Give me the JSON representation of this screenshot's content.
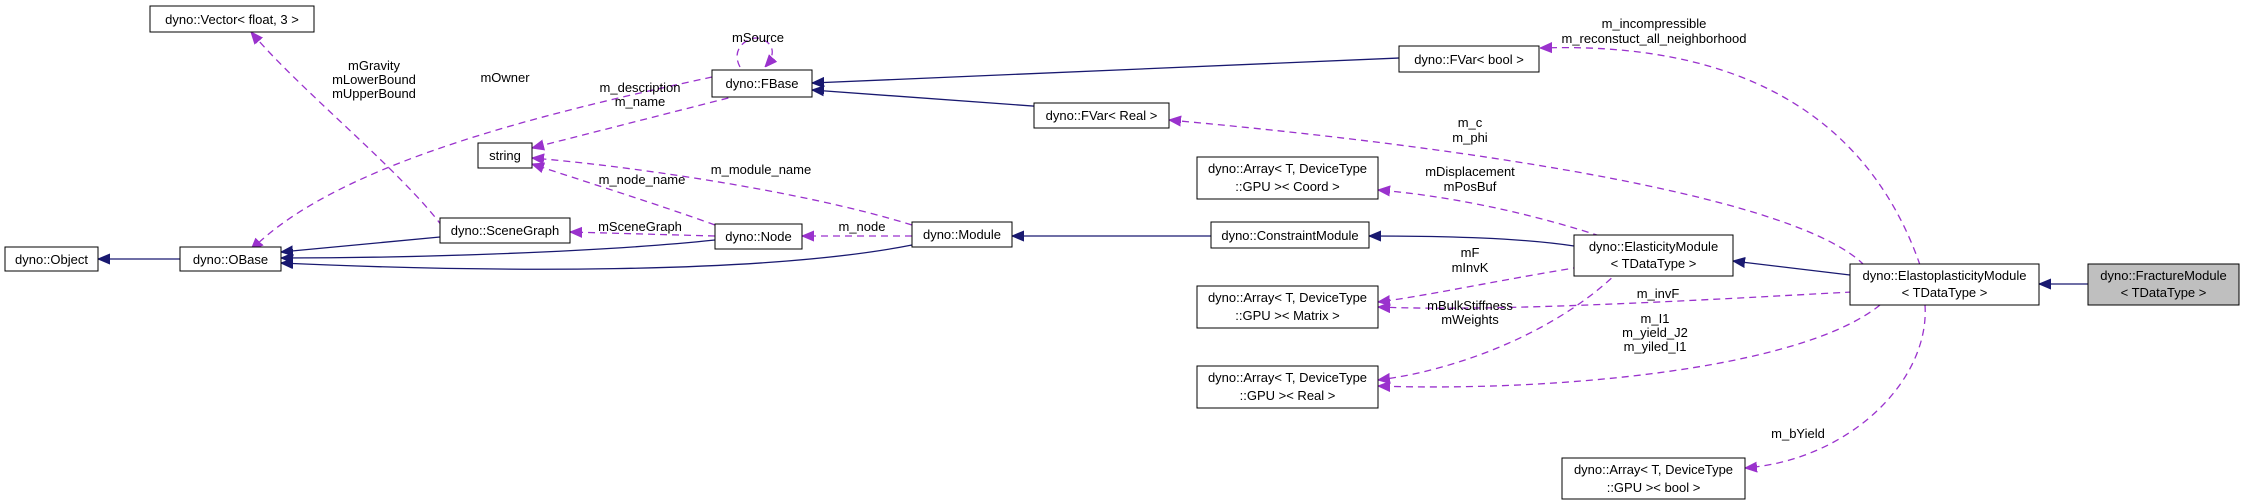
{
  "nodes": {
    "object": [
      "dyno::Object"
    ],
    "obase": [
      "dyno::OBase"
    ],
    "vector": [
      "dyno::Vector< float, 3 >"
    ],
    "string": [
      "string"
    ],
    "scenegraph": [
      "dyno::SceneGraph"
    ],
    "node": [
      "dyno::Node"
    ],
    "module": [
      "dyno::Module"
    ],
    "fbase": [
      "dyno::FBase"
    ],
    "fvar_bool": [
      "dyno::FVar< bool >"
    ],
    "fvar_real": [
      "dyno::FVar< Real >"
    ],
    "constraint": [
      "dyno::ConstraintModule"
    ],
    "arr_coord": [
      "dyno::Array< T, DeviceType",
      "::GPU >< Coord >"
    ],
    "arr_matrix": [
      "dyno::Array< T, DeviceType",
      "::GPU >< Matrix >"
    ],
    "arr_real": [
      "dyno::Array< T, DeviceType",
      "::GPU >< Real >"
    ],
    "arr_bool": [
      "dyno::Array< T, DeviceType",
      "::GPU >< bool >"
    ],
    "elasticity": [
      "dyno::ElasticityModule",
      "< TDataType >"
    ],
    "elastoplasticity": [
      "dyno::ElastoplasticityModule",
      "< TDataType >"
    ],
    "fracture": [
      "dyno::FractureModule",
      "< TDataType >"
    ]
  },
  "edge_labels": {
    "owner": [
      "mOwner"
    ],
    "bounds": [
      "mGravity",
      "mLowerBound",
      "mUpperBound"
    ],
    "source": [
      "mSource"
    ],
    "desc_name": [
      "m_description",
      "m_name"
    ],
    "node_name": [
      "m_node_name"
    ],
    "module_name": [
      "m_module_name"
    ],
    "scene_graph": [
      "mSceneGraph"
    ],
    "m_node": [
      "m_node"
    ],
    "incompressible": [
      "m_incompressible",
      "m_reconstuct_all_neighborhood"
    ],
    "c_phi": [
      "m_c",
      "m_phi"
    ],
    "disp": [
      "mDisplacement",
      "mPosBuf"
    ],
    "f_invk": [
      "mF",
      "mInvK"
    ],
    "bulk": [
      "mBulkStiffness",
      "mWeights"
    ],
    "invf": [
      "m_invF"
    ],
    "yield": [
      "m_I1",
      "m_yield_J2",
      "m_yiled_I1"
    ],
    "byield": [
      "m_bYield"
    ]
  },
  "colors": {
    "inheritance_edge": "#191970",
    "usage_edge": "#9a32cd",
    "focus_node_fill": "#bfbfbf"
  }
}
